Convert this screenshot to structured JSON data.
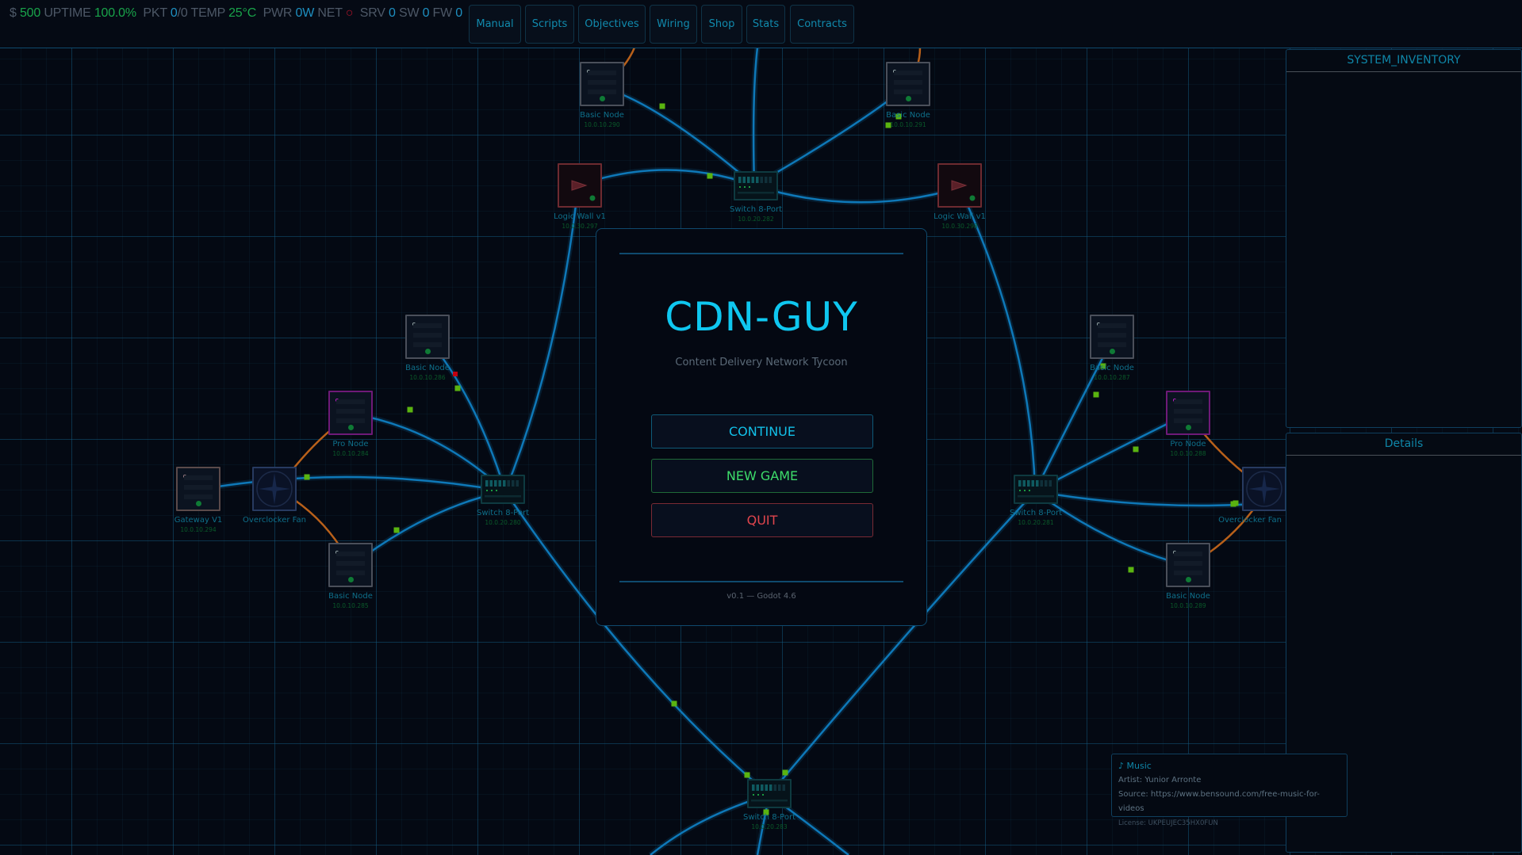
{
  "status": {
    "money_symbol": "$",
    "money": "500",
    "uptime_label": "UPTIME",
    "uptime": "100.0%",
    "pkt_label": "PKT",
    "pkt": "0",
    "pkt_total": "/0",
    "temp_label": "TEMP",
    "temp": "25°C",
    "pwr_label": "PWR",
    "pwr": "0W",
    "net_label": "NET",
    "net_icon": "○",
    "srv_label": "SRV",
    "srv": "0",
    "sw_label": "SW",
    "sw": "0",
    "fw_label": "FW",
    "fw": "0"
  },
  "tabs": [
    "Manual",
    "Scripts",
    "Objectives",
    "Wiring",
    "Shop",
    "Stats",
    "Contracts"
  ],
  "nodes": [
    {
      "name": "Basic Node",
      "ip": "10.0.10.290"
    },
    {
      "name": "Basic Node",
      "ip": "10.0.10.291"
    },
    {
      "name": "Logic Wall v1",
      "ip": "10.0.30.297"
    },
    {
      "name": "Switch 8-Port",
      "ip": "10.0.20.282"
    },
    {
      "name": "Logic Wall v1",
      "ip": "10.0.30.298"
    },
    {
      "name": "Basic Node",
      "ip": "10.0.10.286"
    },
    {
      "name": "Pro Node",
      "ip": "10.0.10.284"
    },
    {
      "name": "Gateway V1",
      "ip": "10.0.10.294"
    },
    {
      "name": "Overclocker Fan",
      "ip": ""
    },
    {
      "name": "Switch 8-Port",
      "ip": "10.0.20.280"
    },
    {
      "name": "Basic Node",
      "ip": "10.0.10.285"
    },
    {
      "name": "Basic Node",
      "ip": "10.0.10.287"
    },
    {
      "name": "Pro Node",
      "ip": "10.0.10.288"
    },
    {
      "name": "Switch 8-Port",
      "ip": "10.0.20.281"
    },
    {
      "name": "Overclocker Fan",
      "ip": ""
    },
    {
      "name": "Basic Node",
      "ip": "10.0.10.289"
    },
    {
      "name": "Switch 8-Port",
      "ip": "10.0.20.283"
    }
  ],
  "menu": {
    "title": "CDN-GUY",
    "subtitle": "Content Delivery Network Tycoon",
    "continue": "CONTINUE",
    "new_game": "NEW GAME",
    "quit": "QUIT",
    "version": "v0.1 — Godot 4.6"
  },
  "inventory": {
    "title": "SYSTEM_INVENTORY"
  },
  "details": {
    "title": "Details"
  },
  "music": {
    "heading": "♪ Music",
    "artist": "Artist: Yunior Arronte",
    "source": "Source: https://www.bensound.com/free-music-for-videos",
    "license": "License: UKPEUJEC35HX0FUN"
  },
  "colors": {
    "accent": "#0fc7f0",
    "wire": "#0e78b8",
    "power": "#b8601a",
    "ok": "#19a34a",
    "danger": "#e0454d"
  }
}
